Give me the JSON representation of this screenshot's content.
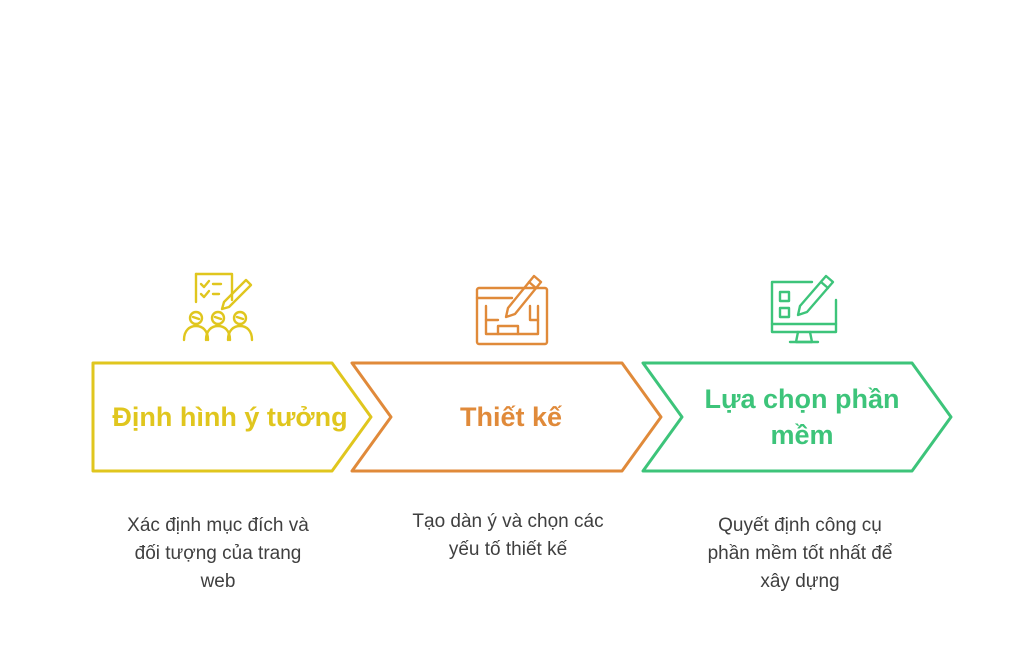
{
  "colors": {
    "step1": "#E0C61E",
    "step2": "#E08A3A",
    "step3": "#3DC47A",
    "text": "#3f3f3f"
  },
  "steps": [
    {
      "title": "Định hình ý tưởng",
      "description": "Xác định mục đích và đối tượng của trang web",
      "icon": "team-checklist-icon"
    },
    {
      "title": "Thiết kế",
      "description": "Tạo dàn ý và chọn các yếu tố thiết kế",
      "icon": "blueprint-pencil-icon"
    },
    {
      "title": "Lựa chọn phần mềm",
      "description": "Quyết định công cụ phần mềm tốt nhất để xây dựng",
      "icon": "monitor-pencil-icon"
    }
  ]
}
